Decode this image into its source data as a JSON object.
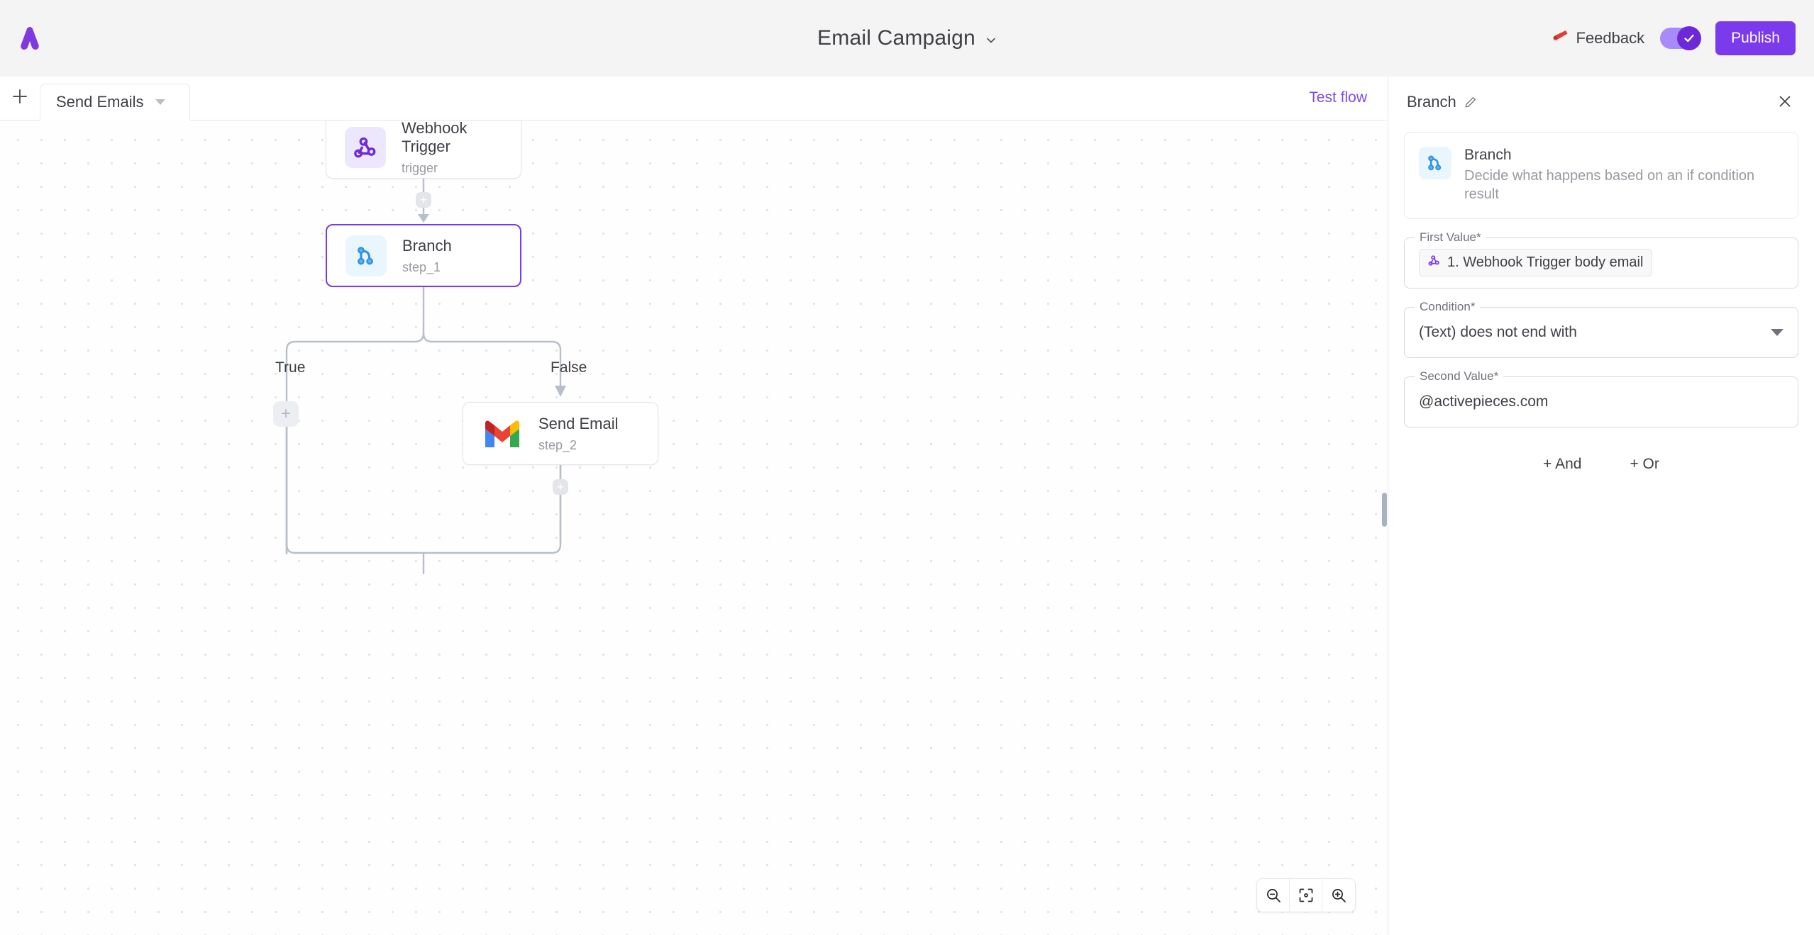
{
  "header": {
    "logo_icon": "activepieces-logo-icon",
    "title": "Email Campaign",
    "title_caret_icon": "chevron-down-icon",
    "feedback_label": "Feedback",
    "feedback_icon": "megaphone-icon",
    "toggle_state": "on",
    "toggle_icon": "check-icon",
    "publish_label": "Publish"
  },
  "toolbar": {
    "add_icon": "plus-icon",
    "tab_label": "Send Emails",
    "tab_caret_icon": "caret-down-icon",
    "test_flow_label": "Test flow"
  },
  "canvas": {
    "nodes": [
      {
        "title": "Webhook Trigger",
        "subtitle": "trigger",
        "icon": "webhook-icon"
      },
      {
        "title": "Branch",
        "subtitle": "step_1",
        "icon": "branch-icon"
      },
      {
        "title": "Send Email",
        "subtitle": "step_2",
        "icon": "gmail-icon"
      }
    ],
    "branch_labels": {
      "true": "True",
      "false": "False"
    },
    "plus_label": "+",
    "zoom_controls": [
      {
        "name": "zoom-out-icon"
      },
      {
        "name": "fit-to-screen-icon"
      },
      {
        "name": "zoom-in-icon"
      }
    ]
  },
  "panel": {
    "title": "Branch",
    "edit_icon": "pencil-icon",
    "close_icon": "close-icon",
    "piece": {
      "name": "Branch",
      "description": "Decide what happens based on an if condition result",
      "icon": "branch-icon"
    },
    "fields": {
      "first_value_label": "First Value*",
      "first_value_chip": "1. Webhook Trigger body email",
      "first_value_chip_icon": "webhook-icon",
      "condition_label": "Condition*",
      "condition_value": "(Text) does not end with",
      "condition_caret_icon": "caret-down-icon",
      "second_value_label": "Second Value*",
      "second_value": "@activepieces.com"
    },
    "logic": {
      "and_label": "+ And",
      "or_label": "+ Or"
    }
  },
  "colors": {
    "brand_purple": "#7c3aed",
    "branch_blue": "#3b9fe8",
    "edge_gray": "#b8bfc9"
  }
}
